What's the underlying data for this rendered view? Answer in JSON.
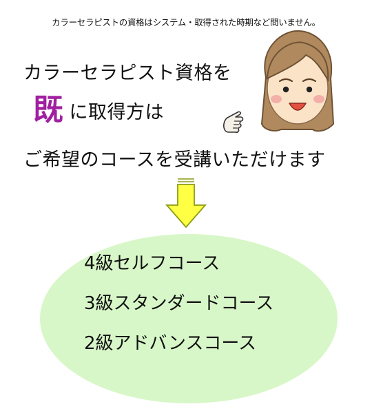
{
  "colors": {
    "accent_kanji": "#a020a0",
    "arrow_fill": "#ffff44",
    "arrow_stroke": "#8a9c12",
    "ellipse_fill": "#d8f7c8",
    "hair": "#b08a5e",
    "skin": "#fbe3c8",
    "cheek": "#f2b0a8",
    "mouth": "#e25040"
  },
  "note": "カラーセラピストの資格はシステム・取得された時期など問いません。",
  "headline": {
    "line1": "カラーセラピスト資格を",
    "line2_kanji": "既",
    "line2_rest": "に取得方は",
    "line3": "ご希望のコースを受講いただけます"
  },
  "courses": [
    "4級セルフコース",
    "3級スタンダードコース",
    "2級アドバンスコース"
  ]
}
